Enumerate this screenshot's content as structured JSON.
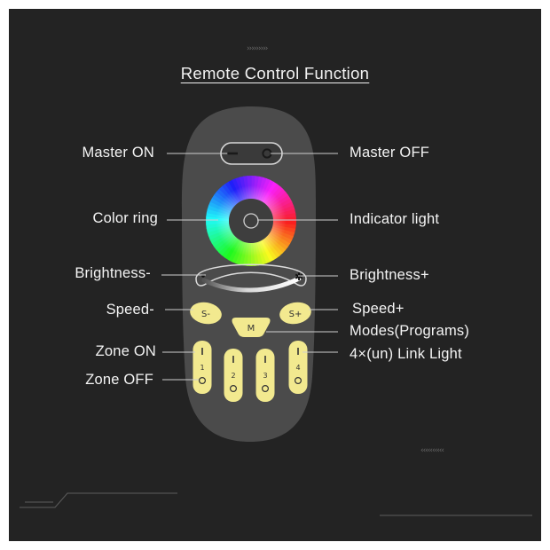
{
  "title": "Remote Control Function",
  "decor": {
    "top_chevrons": "›››››››››",
    "bottom_chevrons": "‹‹‹‹‹‹‹‹‹‹"
  },
  "labels_left": {
    "master_on": "Master ON",
    "color_ring": "Color ring",
    "brightness_minus": "Brightness-",
    "speed_minus": "Speed-",
    "zone_on": "Zone ON",
    "zone_off": "Zone OFF"
  },
  "labels_right": {
    "master_off": "Master OFF",
    "indicator_light": "Indicator light",
    "brightness_plus": "Brightness+",
    "speed_plus": "Speed+",
    "modes": "Modes(Programs)",
    "link_light": "4×(un) Link Light"
  },
  "buttons": {
    "speed_minus": "S-",
    "mode": "M",
    "speed_plus": "S+",
    "zone_top_glyph": "I",
    "zone_bottom_glyph": "O",
    "zones": [
      "1",
      "2",
      "3",
      "4"
    ]
  },
  "colors": {
    "background": "#232323",
    "remote_body": "#4b4b4b",
    "button_yellow": "#f2e98f",
    "text": "#f4f4f4"
  }
}
